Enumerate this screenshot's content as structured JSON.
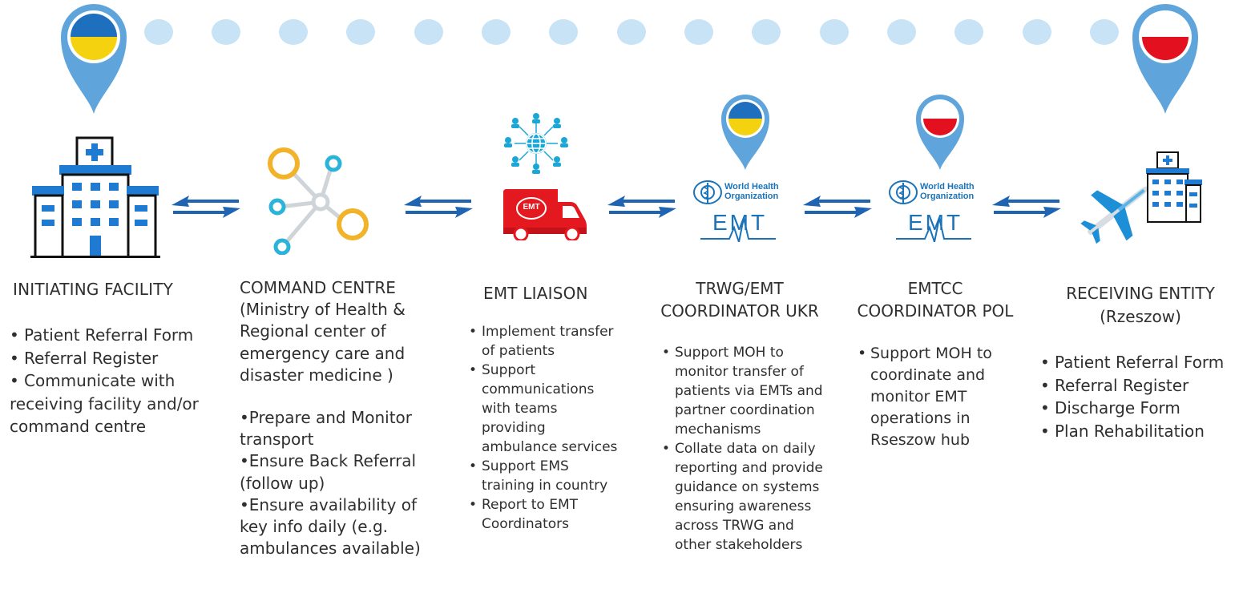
{
  "colors": {
    "ukraine_blue": "#1f6fbf",
    "ukraine_yellow": "#f5d20f",
    "poland_red": "#e3101f",
    "pin_blue": "#5fa5db",
    "dot_blue": "#c7e3f5",
    "arrow_blue": "#1f63b3",
    "ring_orange": "#f2b229",
    "ring_cyan": "#2bb3d9",
    "van_red": "#e3191f",
    "who_blue": "#1b73b9"
  },
  "icons": [
    "ukraine-location-pin-icon",
    "poland-location-pin-icon",
    "hospital-icon",
    "network-node-icon",
    "ambulance-van-icon",
    "people-network-icon",
    "who-emblem-icon",
    "airplane-icon",
    "double-arrow-icon"
  ],
  "van_label": "EMT",
  "who_logo": {
    "line1": "World Health",
    "line2": "Organization",
    "emt": "EMT"
  },
  "steps": [
    {
      "title": "INITIATING FACILITY",
      "bullets": [
        "Patient Referral Form",
        "Referral Register",
        "Communicate with receiving facility and/or command centre"
      ]
    },
    {
      "title_lines": [
        "COMMAND CENTRE",
        "(Ministry of Health &",
        "Regional center of",
        "emergency care and",
        "disaster medicine )"
      ],
      "items": [
        "•Prepare and Monitor transport",
        "•Ensure Back Referral (follow up)",
        "•Ensure availability of key info daily (e.g. ambulances available)"
      ]
    },
    {
      "title": "EMT LIAISON",
      "bullets": [
        "Implement transfer of patients",
        "Support communications with teams providing ambulance services",
        "Support EMS training in country",
        "Report to EMT Coordinators"
      ]
    },
    {
      "title_lines": [
        "TRWG/EMT",
        "COORDINATOR UKR"
      ],
      "bullets": [
        "Support MOH to monitor transfer of patients via EMTs and partner coordination mechanisms",
        "Collate data on daily reporting and provide guidance on systems ensuring awareness across TRWG and other stakeholders"
      ]
    },
    {
      "title_lines": [
        "EMTCC",
        "COORDINATOR POL"
      ],
      "bullets": [
        "Support MOH to coordinate and monitor EMT operations in Rseszow hub"
      ]
    },
    {
      "title_lines": [
        "RECEIVING ENTITY",
        "(Rzeszow)"
      ],
      "bullets": [
        "Patient Referral Form",
        "Referral Register",
        "Discharge Form",
        "Plan Rehabilitation"
      ]
    }
  ]
}
